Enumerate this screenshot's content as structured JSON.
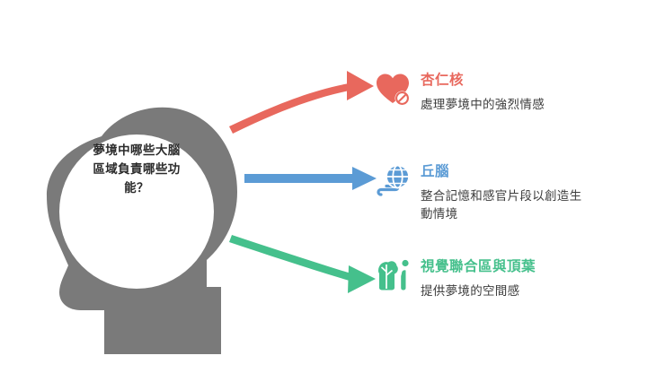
{
  "colors": {
    "head_gray": "#7a7a7a",
    "bubble_fill": "#ffffff",
    "red": "#e8685d",
    "blue": "#5b9bd5",
    "green": "#45c08c",
    "body_text": "#3d3d3d",
    "question_text": "#2b2b2b",
    "background": "#ffffff"
  },
  "center": {
    "question": "夢境中哪些大腦區域負責哪些功能？",
    "question_lines": [
      "夢境中哪些大腦",
      "區域負責哪些功",
      "能？"
    ],
    "icon": "head-profile-silhouette"
  },
  "branches": [
    {
      "id": "amygdala",
      "title": "杏仁核",
      "description": "處理夢境中的強烈情感",
      "description_lines": [
        "處理夢境中的強烈情感"
      ],
      "color": "#e8685d",
      "icon": "heart-icon",
      "arrow": "curved-up-arrow"
    },
    {
      "id": "thalamus",
      "title": "丘腦",
      "description": "整合記憶和感官片段以創造生動情境",
      "description_lines": [
        "整合記憶和感官片段以創造生",
        "動情境"
      ],
      "color": "#5b9bd5",
      "icon": "globe-path-icon",
      "arrow": "straight-arrow"
    },
    {
      "id": "visual",
      "title": "視覺聯合區與頂葉",
      "description": "提供夢境的空間感",
      "description_lines": [
        "提供夢境的空間感"
      ],
      "color": "#45c08c",
      "icon": "tree-landscape-icon",
      "arrow": "curved-down-arrow"
    }
  ]
}
